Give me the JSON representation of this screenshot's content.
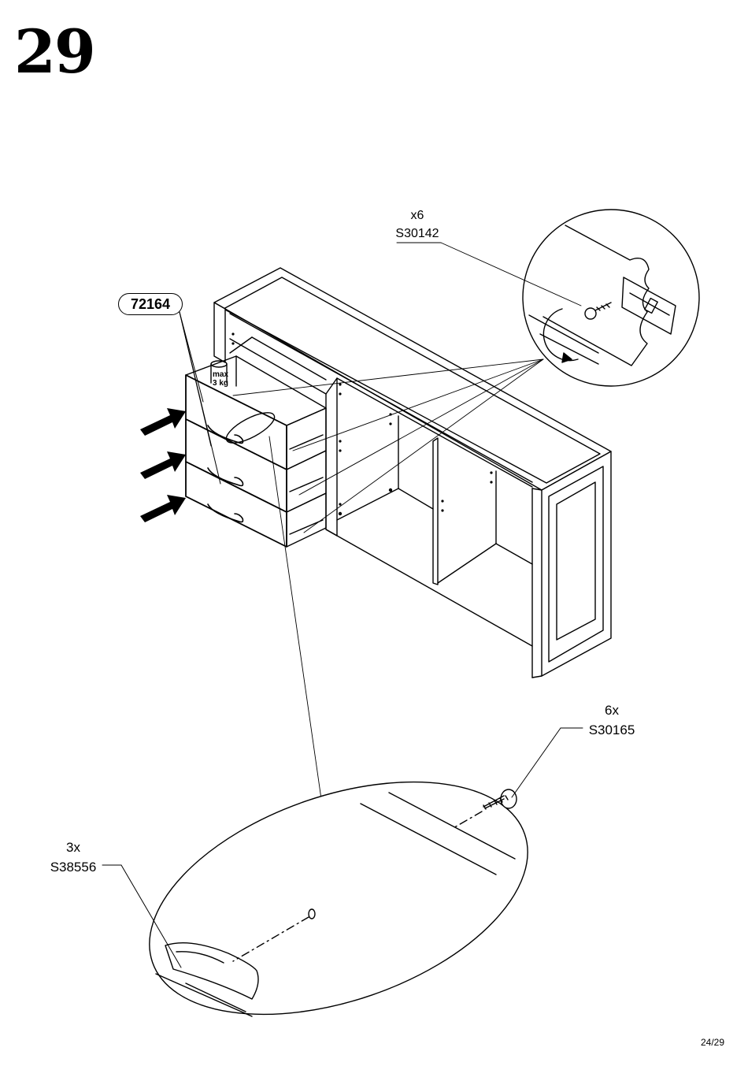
{
  "step": {
    "number": "29"
  },
  "part": {
    "id": "72164"
  },
  "weight_limit": {
    "line1": "max",
    "line2": "3 kg"
  },
  "callouts": {
    "top_right": {
      "qty": "x6",
      "code": "S30142"
    },
    "middle_right": {
      "qty": "6x",
      "code": "S30165"
    },
    "bottom_left": {
      "qty": "3x",
      "code": "S38556"
    }
  },
  "footer": {
    "page": "24/29"
  },
  "colors": {
    "ink": "#000000",
    "paper": "#ffffff"
  }
}
